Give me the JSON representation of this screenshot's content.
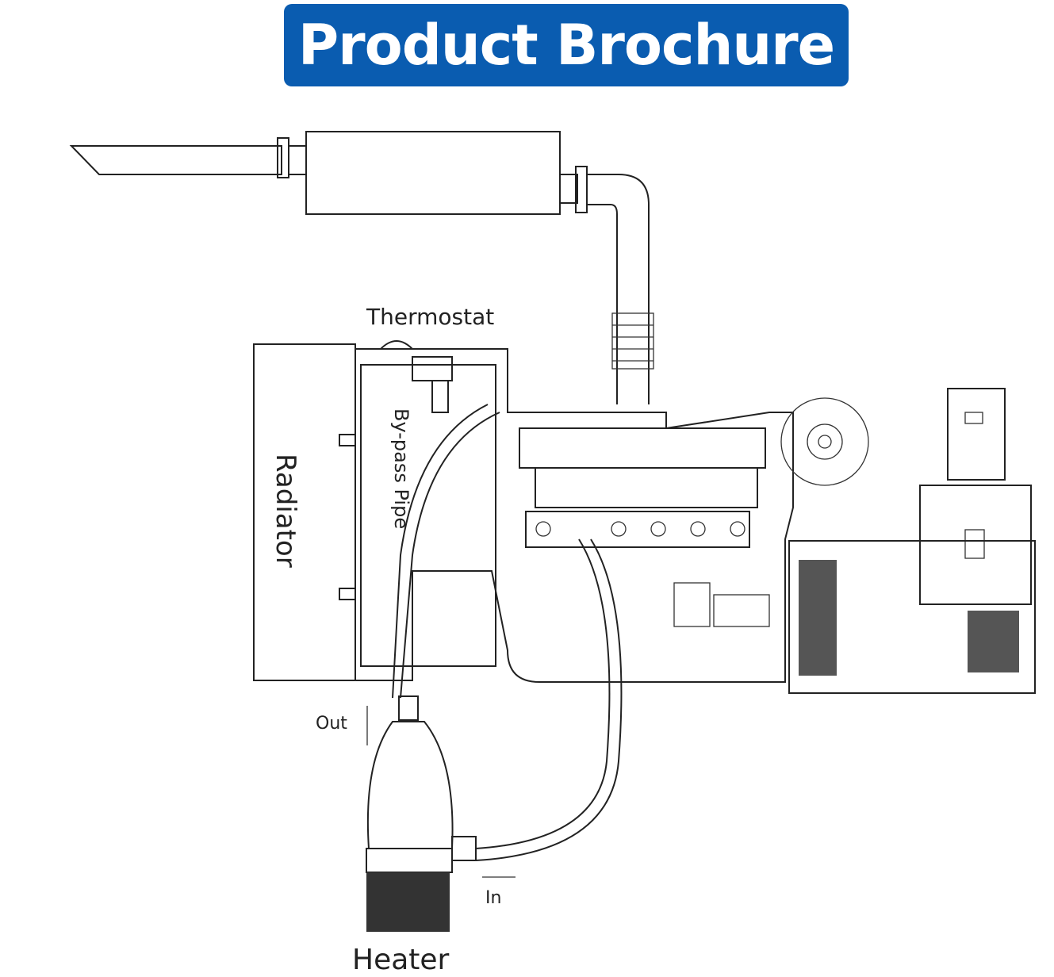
{
  "header": {
    "title": "Product Brochure",
    "color": "#0a5cb0"
  },
  "diagram": {
    "labels": {
      "thermostat": "Thermostat",
      "radiator": "Radiator",
      "bypass_pipe": "By-pass Pipe",
      "out": "Out",
      "in": "In",
      "heater": "Heater"
    }
  }
}
